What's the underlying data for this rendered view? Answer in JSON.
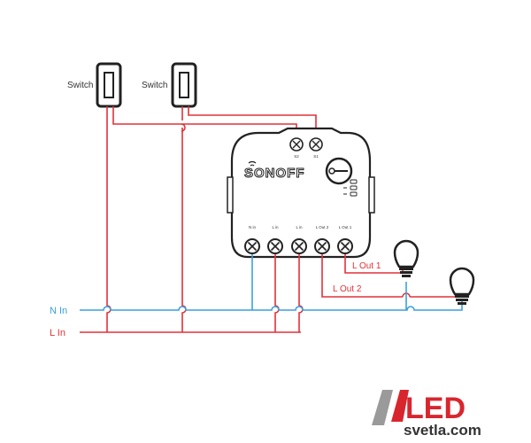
{
  "colors": {
    "live": "#e0323a",
    "neutral": "#3aa0d8",
    "outline": "#222222",
    "logo_red": "#d8262e",
    "logo_gray": "#9a9a9a"
  },
  "switches": [
    {
      "label": "Switch"
    },
    {
      "label": "Switch"
    }
  ],
  "module": {
    "brand": "SONOFF",
    "switch_terminals": [
      {
        "label": "S2"
      },
      {
        "label": "S1"
      }
    ],
    "terminals": [
      {
        "label": "N in"
      },
      {
        "label": "L in"
      },
      {
        "label": "L in"
      },
      {
        "label": "L Out 2"
      },
      {
        "label": "L Out 1"
      }
    ]
  },
  "lines": {
    "neutral_label": "N In",
    "live_label": "L In"
  },
  "outputs": {
    "out1_label": "L Out 1",
    "out2_label": "L Out 2"
  },
  "logo": {
    "main": "LED",
    "sub": "svetla.com"
  }
}
